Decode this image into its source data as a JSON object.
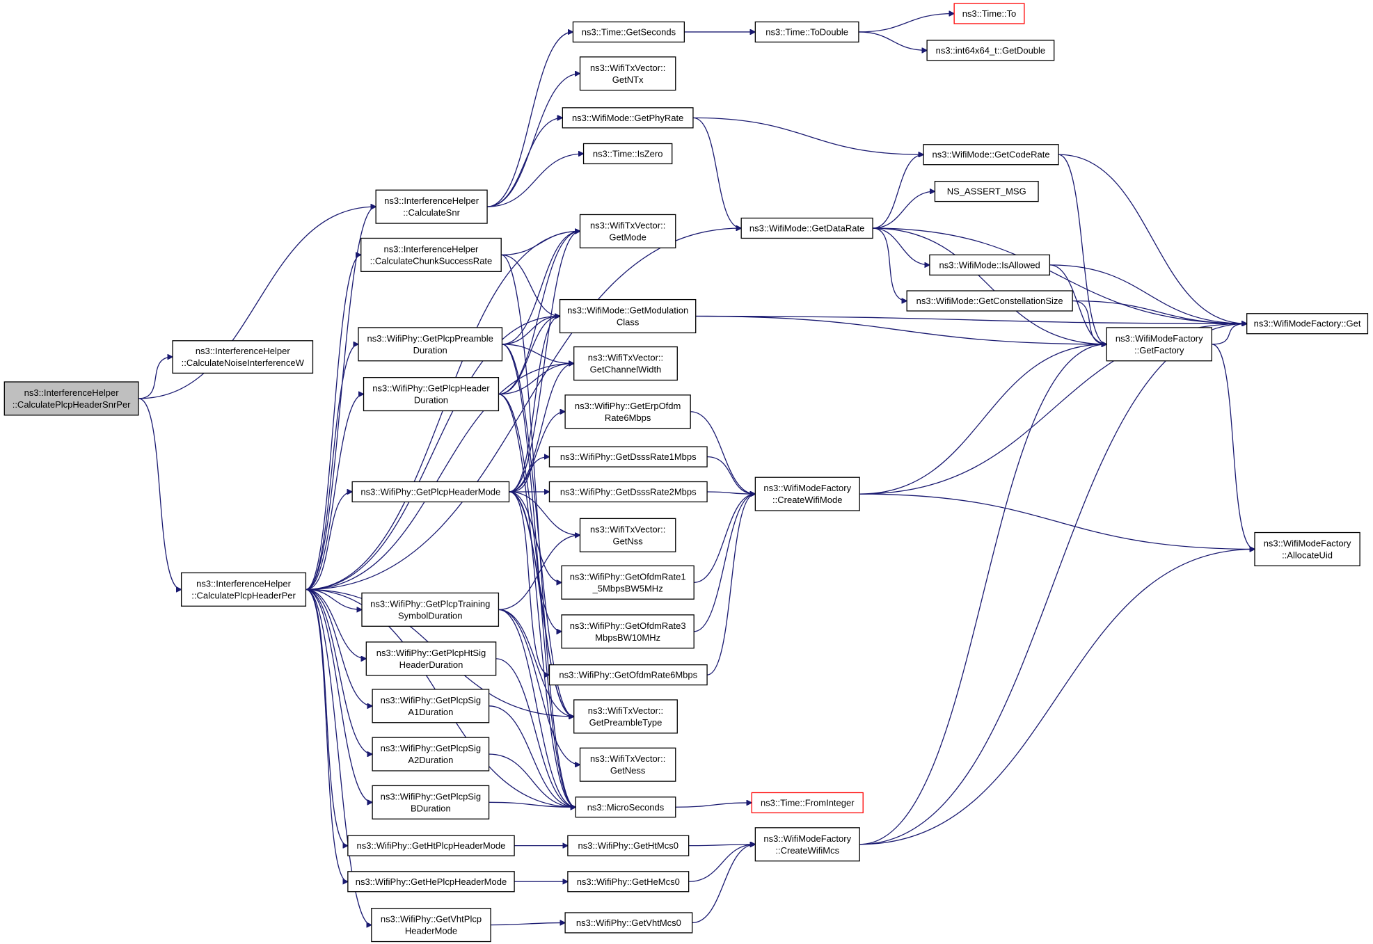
{
  "nodes": {
    "root": {
      "lines": [
        "ns3::InterferenceHelper",
        "::CalculatePlcpHeaderSnrPer"
      ],
      "root": true
    },
    "noise": {
      "lines": [
        "ns3::InterferenceHelper",
        "::CalculateNoiseInterferenceW"
      ]
    },
    "calcPer": {
      "lines": [
        "ns3::InterferenceHelper",
        "::CalculatePlcpHeaderPer"
      ]
    },
    "snr": {
      "lines": [
        "ns3::InterferenceHelper",
        "::CalculateSnr"
      ]
    },
    "chunk": {
      "lines": [
        "ns3::InterferenceHelper",
        "::CalculateChunkSuccessRate"
      ]
    },
    "preamble": {
      "lines": [
        "ns3::WifiPhy::GetPlcpPreamble",
        "Duration"
      ]
    },
    "header": {
      "lines": [
        "ns3::WifiPhy::GetPlcpHeader",
        "Duration"
      ]
    },
    "headerMode": {
      "lines": [
        "ns3::WifiPhy::GetPlcpHeaderMode"
      ]
    },
    "training": {
      "lines": [
        "ns3::WifiPhy::GetPlcpTraining",
        "SymbolDuration"
      ]
    },
    "htSig": {
      "lines": [
        "ns3::WifiPhy::GetPlcpHtSig",
        "HeaderDuration"
      ]
    },
    "sigA1": {
      "lines": [
        "ns3::WifiPhy::GetPlcpSig",
        "A1Duration"
      ]
    },
    "sigA2": {
      "lines": [
        "ns3::WifiPhy::GetPlcpSig",
        "A2Duration"
      ]
    },
    "sigB": {
      "lines": [
        "ns3::WifiPhy::GetPlcpSig",
        "BDuration"
      ]
    },
    "htHM": {
      "lines": [
        "ns3::WifiPhy::GetHtPlcpHeaderMode"
      ]
    },
    "heHM": {
      "lines": [
        "ns3::WifiPhy::GetHePlcpHeaderMode"
      ]
    },
    "vhtHM": {
      "lines": [
        "ns3::WifiPhy::GetVhtPlcp",
        "HeaderMode"
      ]
    },
    "getSeconds": {
      "lines": [
        "ns3::Time::GetSeconds"
      ]
    },
    "getNTx": {
      "lines": [
        "ns3::WifiTxVector::",
        "GetNTx"
      ]
    },
    "phyRate": {
      "lines": [
        "ns3::WifiMode::GetPhyRate"
      ]
    },
    "isZero": {
      "lines": [
        "ns3::Time::IsZero"
      ]
    },
    "getMode": {
      "lines": [
        "ns3::WifiTxVector::",
        "GetMode"
      ]
    },
    "modClass": {
      "lines": [
        "ns3::WifiMode::GetModulation",
        "Class"
      ]
    },
    "chWidth": {
      "lines": [
        "ns3::WifiTxVector::",
        "GetChannelWidth"
      ]
    },
    "erp6": {
      "lines": [
        "ns3::WifiPhy::GetErpOfdm",
        "Rate6Mbps"
      ]
    },
    "dsss1": {
      "lines": [
        "ns3::WifiPhy::GetDsssRate1Mbps"
      ]
    },
    "dsss2": {
      "lines": [
        "ns3::WifiPhy::GetDsssRate2Mbps"
      ]
    },
    "getNss": {
      "lines": [
        "ns3::WifiTxVector::",
        "GetNss"
      ]
    },
    "ofdm15": {
      "lines": [
        "ns3::WifiPhy::GetOfdmRate1",
        "_5MbpsBW5MHz"
      ]
    },
    "ofdm3": {
      "lines": [
        "ns3::WifiPhy::GetOfdmRate3",
        "MbpsBW10MHz"
      ]
    },
    "ofdm6": {
      "lines": [
        "ns3::WifiPhy::GetOfdmRate6Mbps"
      ]
    },
    "preType": {
      "lines": [
        "ns3::WifiTxVector::",
        "GetPreambleType"
      ]
    },
    "getNess": {
      "lines": [
        "ns3::WifiTxVector::",
        "GetNess"
      ]
    },
    "micro": {
      "lines": [
        "ns3::MicroSeconds"
      ]
    },
    "htMcs0": {
      "lines": [
        "ns3::WifiPhy::GetHtMcs0"
      ]
    },
    "heMcs0": {
      "lines": [
        "ns3::WifiPhy::GetHeMcs0"
      ]
    },
    "vhtMcs0": {
      "lines": [
        "ns3::WifiPhy::GetVhtMcs0"
      ]
    },
    "toDouble": {
      "lines": [
        "ns3::Time::ToDouble"
      ]
    },
    "timeTo": {
      "lines": [
        "ns3::Time::To"
      ],
      "ext": true
    },
    "int64": {
      "lines": [
        "ns3::int64x64_t::GetDouble"
      ]
    },
    "codeRate": {
      "lines": [
        "ns3::WifiMode::GetCodeRate"
      ]
    },
    "assert": {
      "lines": [
        "NS_ASSERT_MSG"
      ]
    },
    "dataRate": {
      "lines": [
        "ns3::WifiMode::GetDataRate"
      ]
    },
    "isAllowed": {
      "lines": [
        "ns3::WifiMode::IsAllowed"
      ]
    },
    "constSize": {
      "lines": [
        "ns3::WifiMode::GetConstellationSize"
      ]
    },
    "getFactory": {
      "lines": [
        "ns3::WifiModeFactory",
        "::GetFactory"
      ]
    },
    "createMode": {
      "lines": [
        "ns3::WifiModeFactory",
        "::CreateWifiMode"
      ]
    },
    "createMcs": {
      "lines": [
        "ns3::WifiModeFactory",
        "::CreateWifiMcs"
      ]
    },
    "fromInt": {
      "lines": [
        "ns3::Time::FromInteger"
      ],
      "ext": true
    },
    "factGet": {
      "lines": [
        "ns3::WifiModeFactory::Get"
      ]
    },
    "allocUid": {
      "lines": [
        "ns3::WifiModeFactory",
        "::AllocateUid"
      ]
    }
  }
}
